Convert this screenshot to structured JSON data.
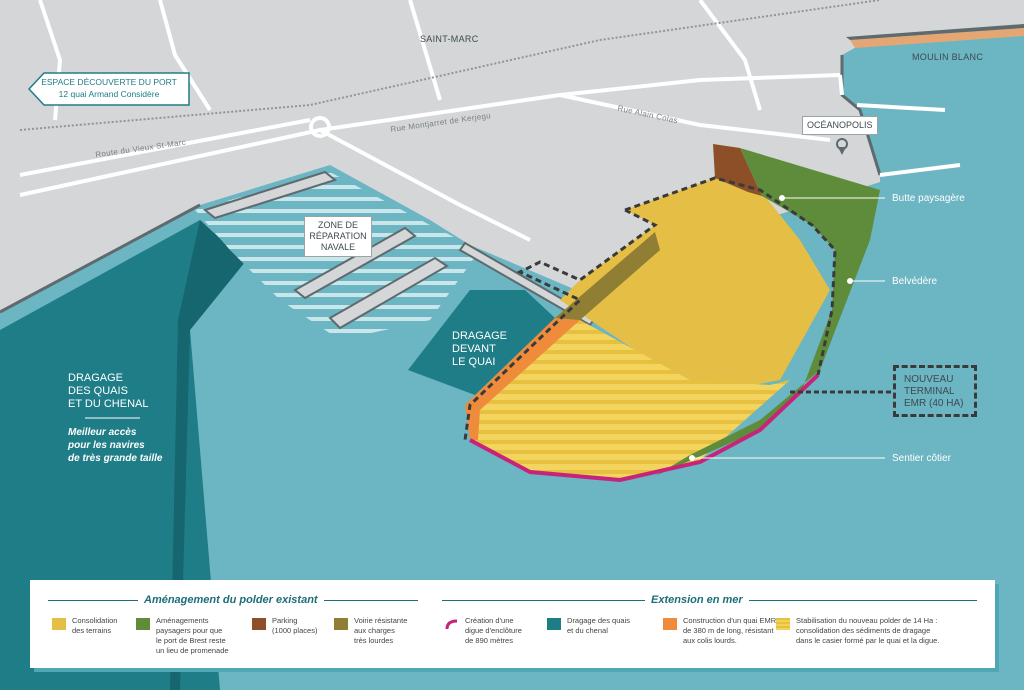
{
  "places": {
    "saint_marc": "SAINT-MARC",
    "moulin_blanc": "MOULIN BLANC",
    "oceanopolis": "OCÉANOPOLIS",
    "rue_montjarret": "Rue Montjarret de Kerjegu",
    "rue_alain_colas": "Rue Alain Colas",
    "route_vieux_st_marc": "Route du Vieux St-Marc"
  },
  "espace": {
    "line1": "ESPACE DÉCOUVERTE DU PORT",
    "line2": "12 quai Armand Considère"
  },
  "zone_reparation": {
    "line1": "ZONE DE",
    "line2": "RÉPARATION",
    "line3": "NAVALE"
  },
  "dragage_quai": {
    "line1": "DRAGAGE",
    "line2": "DEVANT",
    "line3": "LE QUAI"
  },
  "dragage_chenal": {
    "line1": "DRAGAGE",
    "line2": "DES QUAIS",
    "line3": "ET DU CHENAL",
    "note1": "Meilleur accès",
    "note2": "pour les navires",
    "note3": "de très grande taille"
  },
  "callouts": {
    "butte": "Butte paysagère",
    "belvedere": "Belvédère",
    "sentier": "Sentier côtier"
  },
  "terminal": {
    "line1": "NOUVEAU",
    "line2": "TERMINAL",
    "line3": "EMR (40 HA)"
  },
  "legend": {
    "left_title": "Aménagement du polder existant",
    "right_title": "Extension en mer",
    "items": [
      {
        "color": "#e5be45",
        "lines": [
          "Consolidation",
          "des terrains"
        ]
      },
      {
        "color": "#5f8c3a",
        "lines": [
          "Aménagements",
          "paysagers pour que",
          "le port de Brest reste",
          "un lieu de promenade"
        ]
      },
      {
        "color": "#8c4f28",
        "lines": [
          "Parking",
          "(1000 places)"
        ]
      },
      {
        "color": "#8f7e33",
        "lines": [
          "Voirie résistante",
          "aux charges",
          "très lourdes"
        ]
      },
      {
        "color": "#c8237a",
        "lines": [
          "Création d'une",
          "digue d'enclôture",
          "de 890 mètres"
        ]
      },
      {
        "color": "#1e7d87",
        "lines": [
          "Dragage des quais",
          "et du chenal"
        ]
      },
      {
        "color": "#ef8c3b",
        "lines": [
          "Construction d'un quai EMR",
          "de 380 m de long, résistant",
          "aux colis lourds."
        ]
      },
      {
        "color": "#f1d35a",
        "lines": [
          "Stabilisation du nouveau polder de 14 Ha :",
          "consolidation des sédiments de dragage",
          "dans le casier formé par le quai et la digue."
        ]
      }
    ]
  }
}
